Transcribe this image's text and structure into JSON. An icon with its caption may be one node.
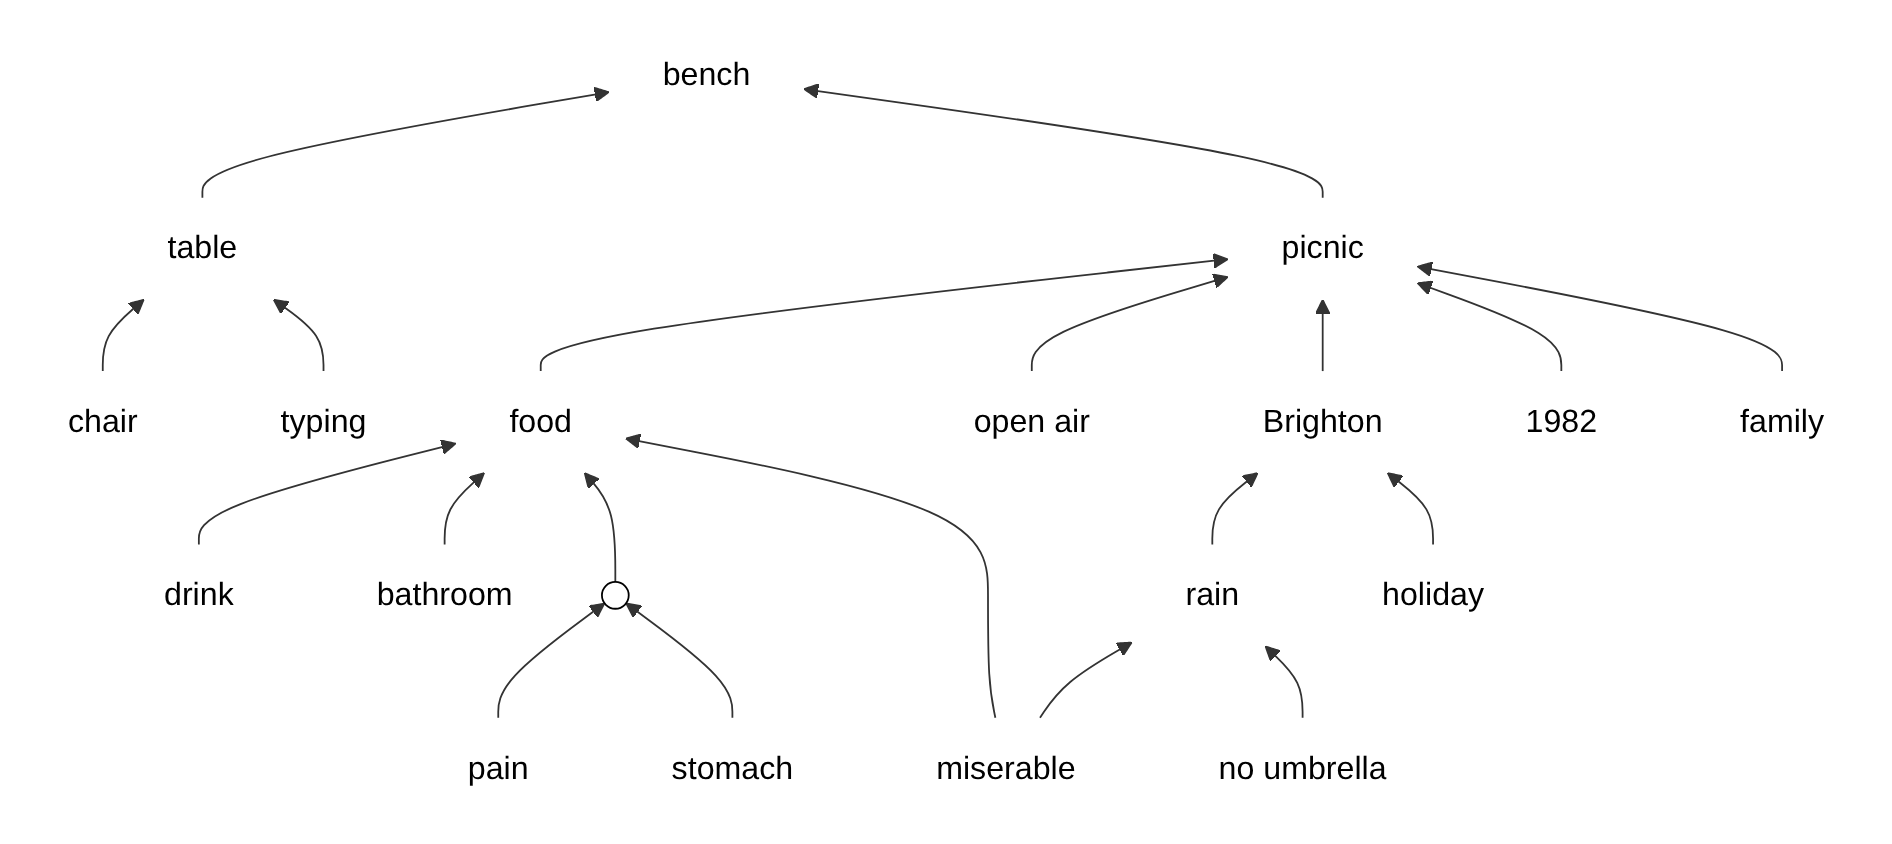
{
  "diagram": {
    "nodes": [
      {
        "text": [
          "bench"
        ]
      },
      {
        "text": [
          "table"
        ]
      },
      {
        "text": [
          "picnic"
        ]
      },
      {
        "text": [
          "chair"
        ]
      },
      {
        "text": [
          "typing"
        ]
      },
      {
        "text": [
          "food"
        ]
      },
      {
        "text": [
          "open air"
        ]
      },
      {
        "text": [
          "Brighton"
        ]
      },
      {
        "text": [
          "1982"
        ]
      },
      {
        "text": [
          "family"
        ]
      },
      {
        "text": [
          "holiday"
        ]
      },
      {
        "text": [
          "drink"
        ]
      },
      {
        "text": [
          "bathroom"
        ]
      },
      {
        "text": [],
        "shape": "circle"
      },
      {
        "text": [
          "rain"
        ]
      },
      {
        "text": [
          "pain"
        ]
      },
      {
        "text": [
          "stomach"
        ]
      },
      {
        "text": [
          "miserable"
        ]
      },
      {
        "text": [
          "no umbrella"
        ]
      }
    ],
    "edges": [
      {
        "from": 1,
        "to": 0,
        "arrow": "to"
      },
      {
        "from": 2,
        "to": 0,
        "arrow": "to"
      },
      {
        "from": 3,
        "to": 1,
        "arrow": "to"
      },
      {
        "from": 4,
        "to": 1,
        "arrow": "to"
      },
      {
        "from": 5,
        "to": 2,
        "arrow": "to"
      },
      {
        "from": 6,
        "to": 2,
        "arrow": "to"
      },
      {
        "from": 7,
        "to": 2,
        "arrow": "to"
      },
      {
        "from": 8,
        "to": 2,
        "arrow": "to"
      },
      {
        "from": 9,
        "to": 2,
        "arrow": "to"
      },
      {
        "from": 11,
        "to": 5,
        "arrow": "to"
      },
      {
        "from": 12,
        "to": 5,
        "arrow": "to"
      },
      {
        "from": 13,
        "to": 5,
        "arrow": "to"
      },
      {
        "from": 17,
        "to": 5,
        "arrow": "to"
      },
      {
        "from": 14,
        "to": 7,
        "arrow": "to"
      },
      {
        "from": 10,
        "to": 7,
        "arrow": "to"
      },
      {
        "from": 15,
        "to": 13,
        "arrow": "to"
      },
      {
        "from": 16,
        "to": 13,
        "arrow": "to"
      },
      {
        "from": 17,
        "to": 14,
        "arrow": "to"
      },
      {
        "from": 18,
        "to": 14,
        "arrow": "to"
      }
    ]
  }
}
